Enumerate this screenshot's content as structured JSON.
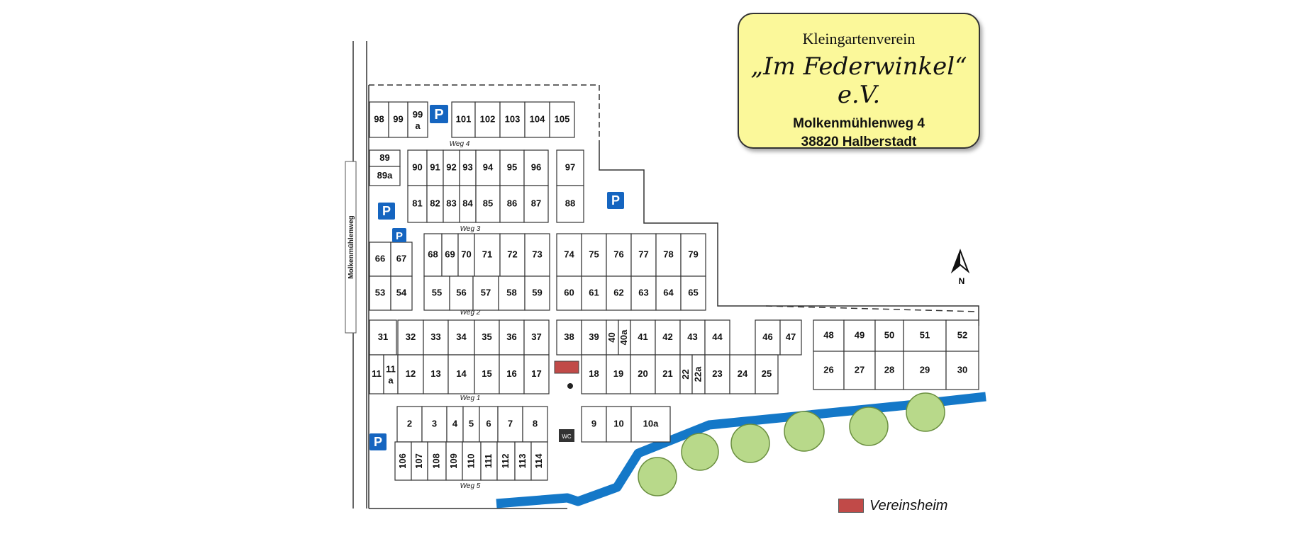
{
  "header": {
    "club": "Kleingartenverein",
    "name": "„Im Federwinkel“ e.V.",
    "street": "Molkenmühlenweg 4",
    "city": "38820 Halberstadt"
  },
  "legend": {
    "label": "Vereinsheim",
    "color": "#c14a48"
  },
  "street_label": "Molkenmühlenweg",
  "paths": [
    "Weg 1",
    "Weg 2",
    "Weg 3",
    "Weg 4",
    "Weg 5"
  ],
  "north": "N",
  "symbols": {
    "parking": "P",
    "wc": "WC"
  },
  "plots": [
    "98",
    "99",
    "99a",
    "101",
    "102",
    "103",
    "104",
    "105",
    "89",
    "89a",
    "90",
    "91",
    "92",
    "93",
    "94",
    "95",
    "96",
    "97",
    "81",
    "82",
    "83",
    "84",
    "85",
    "86",
    "87",
    "88",
    "66",
    "67",
    "68",
    "69",
    "70",
    "71",
    "72",
    "73",
    "74",
    "75",
    "76",
    "77",
    "78",
    "79",
    "53",
    "54",
    "55",
    "56",
    "57",
    "58",
    "59",
    "60",
    "61",
    "62",
    "63",
    "64",
    "65",
    "31",
    "32",
    "33",
    "34",
    "35",
    "36",
    "37",
    "38",
    "39",
    "40",
    "40a",
    "41",
    "42",
    "43",
    "44",
    "46",
    "47",
    "48",
    "49",
    "50",
    "51",
    "52",
    "11",
    "11a",
    "12",
    "13",
    "14",
    "15",
    "16",
    "17",
    "18",
    "19",
    "20",
    "21",
    "22",
    "22a",
    "23",
    "24",
    "25",
    "26",
    "27",
    "28",
    "29",
    "30",
    "2",
    "3",
    "4",
    "5",
    "6",
    "7",
    "8",
    "9",
    "10",
    "10a",
    "106",
    "107",
    "108",
    "109",
    "110",
    "111",
    "112",
    "113",
    "114"
  ],
  "colors": {
    "water": "#1478c8",
    "parking": "#1565c0",
    "tree": "#b8d98a",
    "clubhouse": "#c14a48"
  }
}
